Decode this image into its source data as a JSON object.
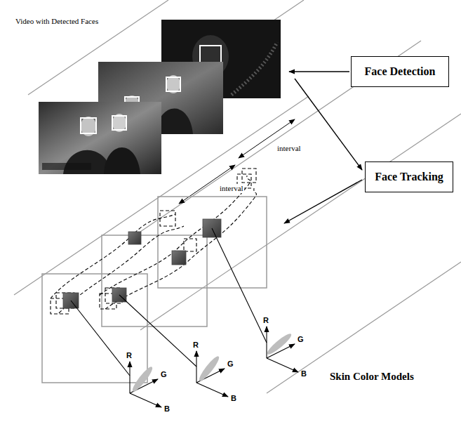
{
  "diagram": {
    "nodes": [
      {
        "text": [
          "Face Detection"
        ]
      },
      {
        "text": [
          "Face Tracking"
        ]
      }
    ],
    "labels": [
      "Video with Detected Faces",
      "interval",
      "interval",
      "Skin Color Models",
      "R",
      "G",
      "B",
      "R",
      "G",
      "B",
      "R",
      "G",
      "B"
    ]
  }
}
